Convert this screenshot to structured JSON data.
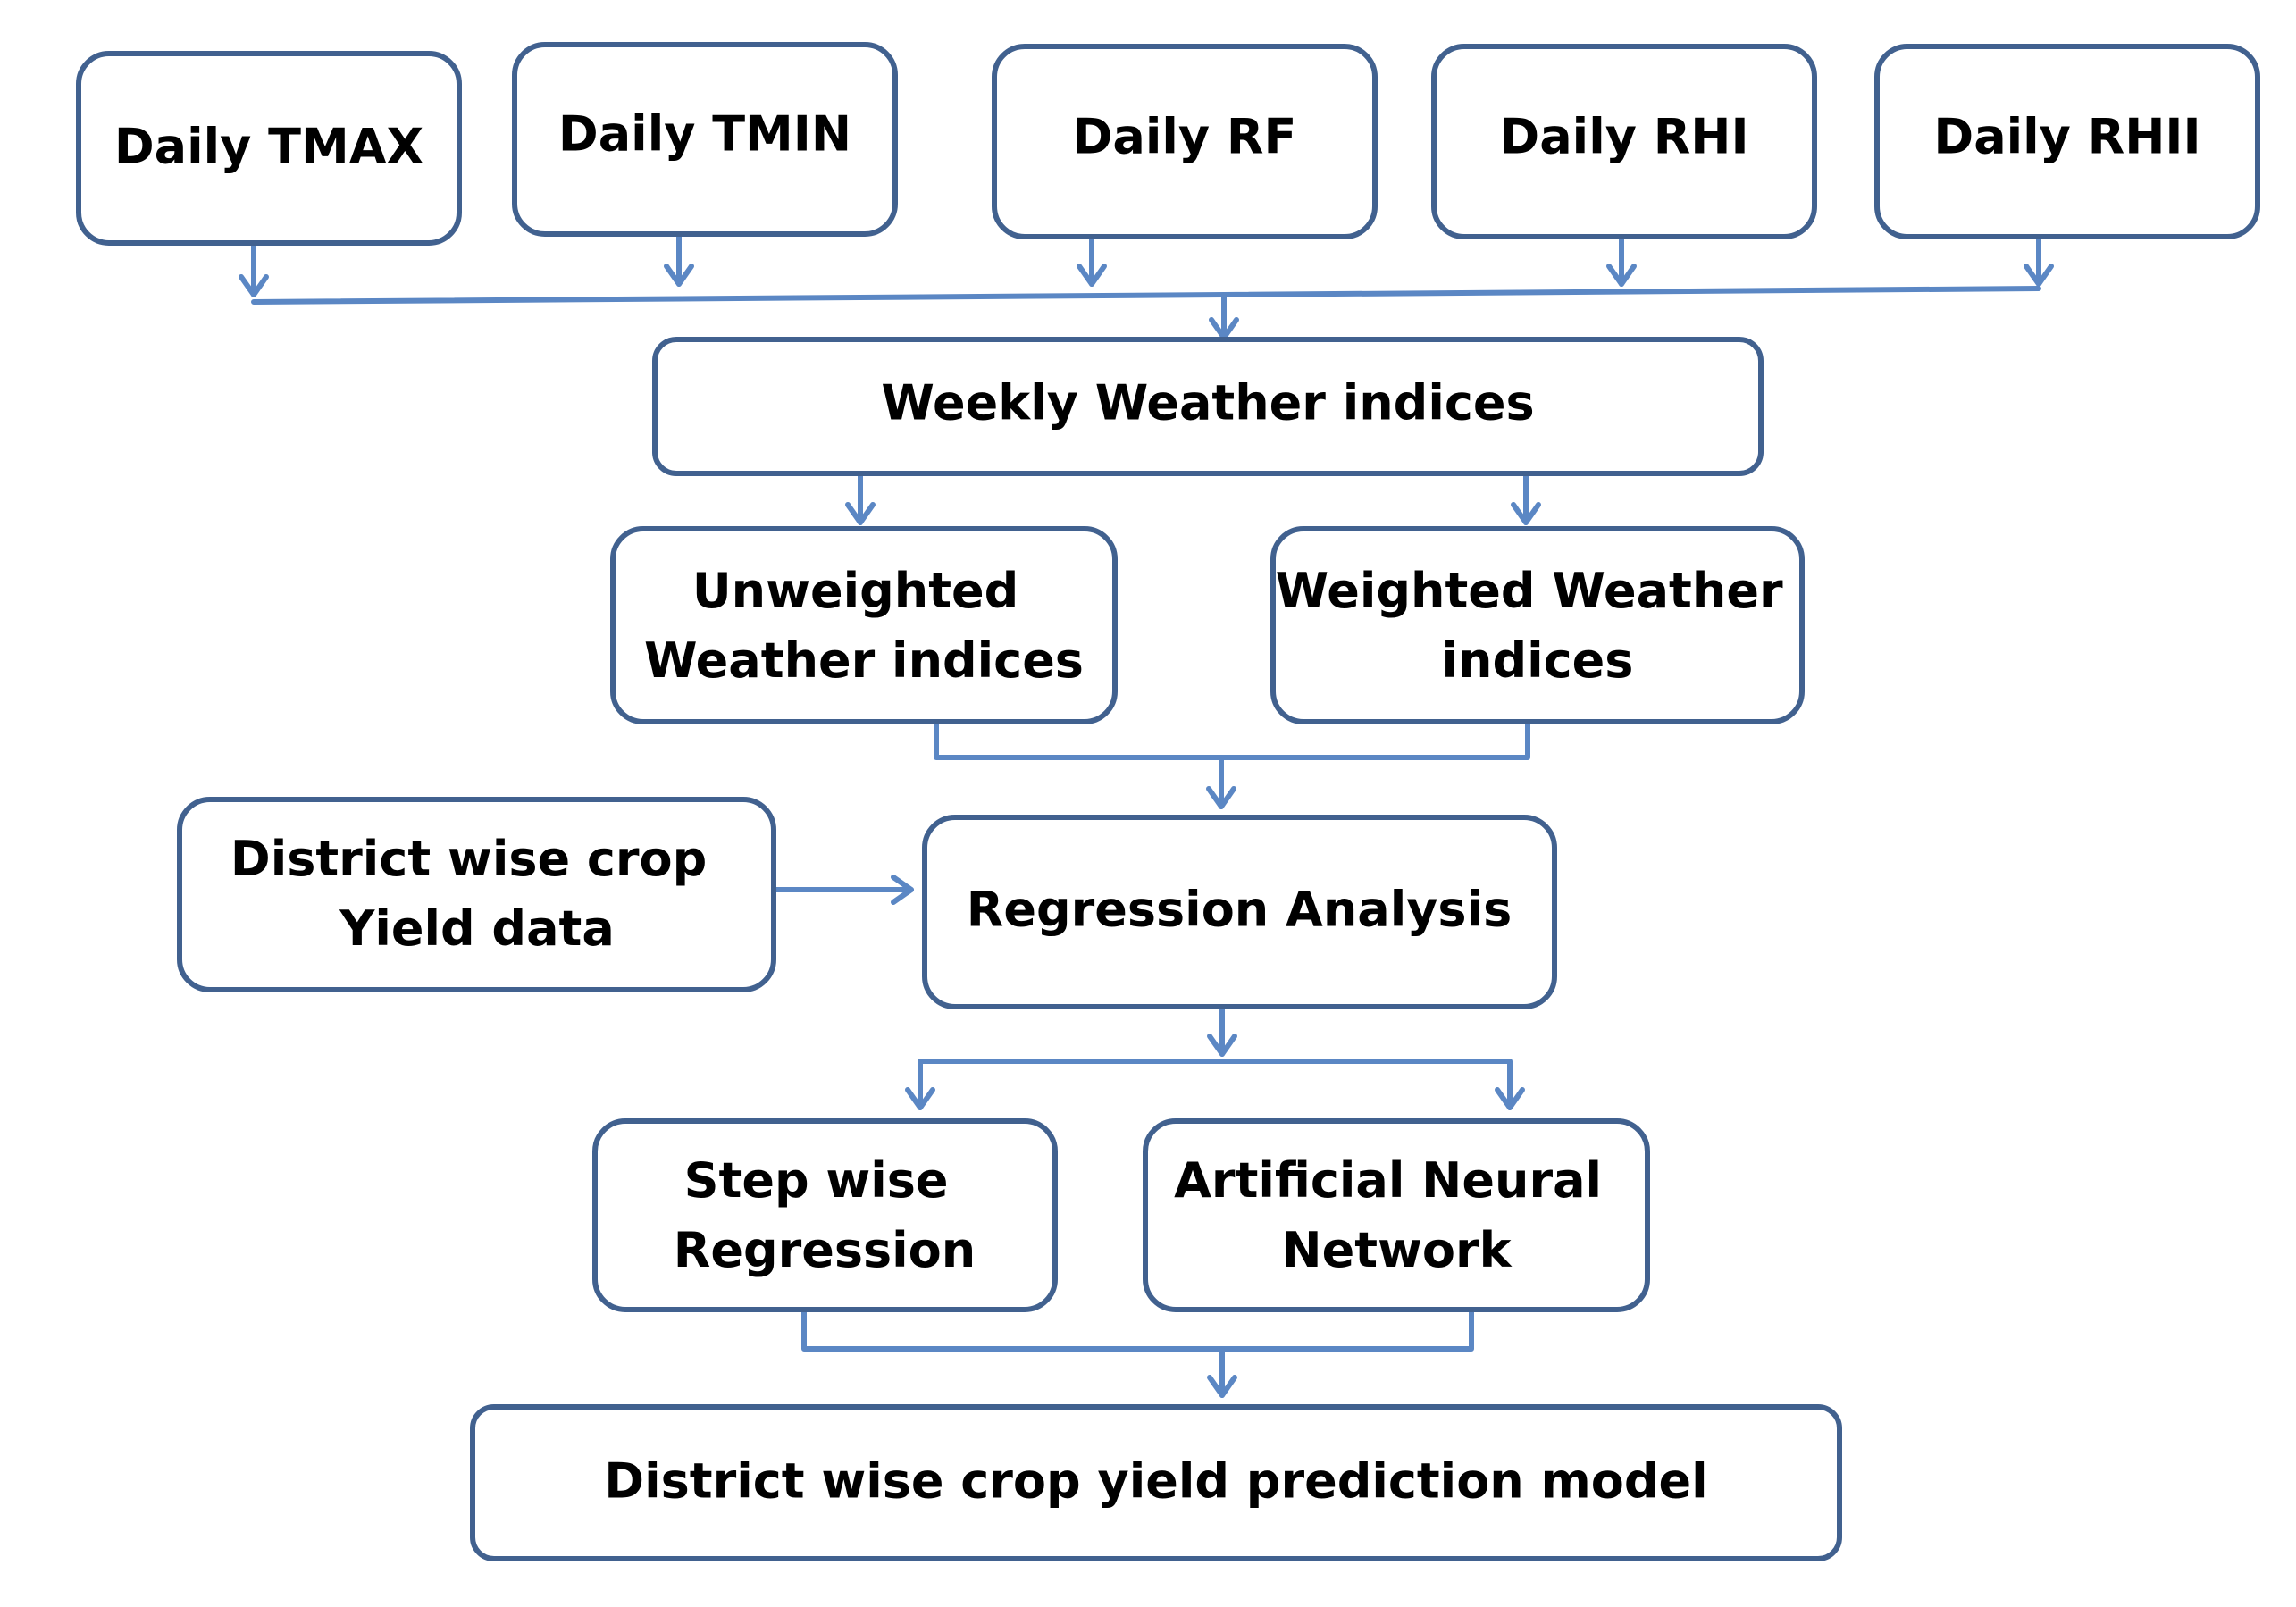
{
  "diagram": {
    "colors": {
      "box_border": "#41618f",
      "connector": "#5b87c4",
      "text": "#000000",
      "background": "#ffffff"
    },
    "inputs": {
      "tmax": "Daily TMAX",
      "tmin": "Daily TMIN",
      "rf": "Daily RF",
      "rhi": "Daily RHI",
      "rhii": "Daily RHII"
    },
    "weekly": "Weekly Weather indices",
    "unweighted": [
      "Unweighted",
      "Weather indices"
    ],
    "weighted": [
      "Weighted Weather",
      "indices"
    ],
    "yield_data": [
      "District wise crop",
      "Yield data"
    ],
    "regression": "Regression Analysis",
    "stepwise": [
      "Step wise",
      "Regression"
    ],
    "ann": [
      "Artificial Neural",
      "Network"
    ],
    "model": "District wise crop yield prediction model"
  }
}
